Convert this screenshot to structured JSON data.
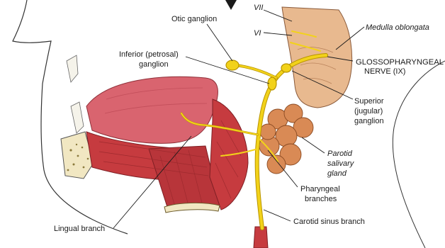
{
  "labels": {
    "otic_ganglion": "Otic ganglion",
    "vii": "VII",
    "vi": "VI",
    "medulla": "Medulla oblongata",
    "glosso_line1": "GLOSSOPHARYNGEAL",
    "glosso_line2": "NERVE (IX)",
    "inferior_line1": "Inferior (petrosal)",
    "inferior_line2": "ganglion",
    "superior_line1": "Superior",
    "superior_line2": "(jugular)",
    "superior_line3": "ganglion",
    "parotid_line1": "Parotid",
    "parotid_line2": "salivary",
    "parotid_line3": "gland",
    "pharyngeal_line1": "Pharyngeal",
    "pharyngeal_line2": "branches",
    "carotid": "Carotid sinus branch",
    "lingual": "Lingual branch"
  },
  "colors": {
    "nerve": "#f2d21a",
    "nerve_outline": "#b89400",
    "tongue": "#d9646f",
    "muscle": "#c63b3f",
    "muscle_dark": "#9e2a2e",
    "gland": "#d98a55",
    "brainstem": "#e8b98f",
    "bone": "#f1e7c2",
    "outline": "#333333",
    "leader": "#1a1a1a"
  }
}
